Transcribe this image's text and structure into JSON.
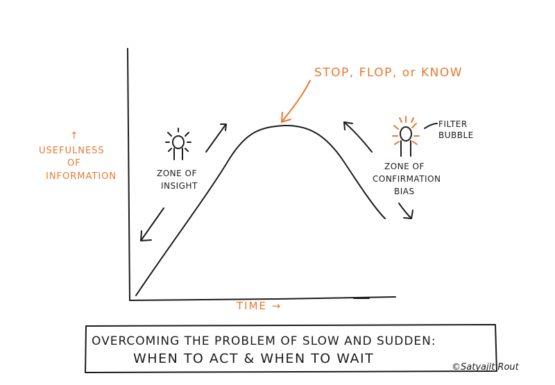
{
  "annotations": {
    "peak_label": "STOP, FLOP, or KNOW",
    "y_axis": [
      "↑",
      "USEFULNESS",
      "OF",
      "INFORMATION"
    ],
    "x_axis": "TIME →",
    "zone_insight": [
      "ZONE OF",
      "INSIGHT"
    ],
    "zone_bias": [
      "ZONE OF",
      "CONFIRMATION",
      "BIAS"
    ],
    "filter_bubble": [
      "FILTER",
      "BUBBLE"
    ]
  },
  "caption": {
    "line1": "OVERCOMING THE PROBLEM OF SLOW AND SUDDEN:",
    "line2": "WHEN TO ACT & WHEN TO WAIT"
  },
  "signature": "©Satyajit Rout",
  "colors": {
    "accent": "#e8782f",
    "ink": "#1a1a1a"
  }
}
